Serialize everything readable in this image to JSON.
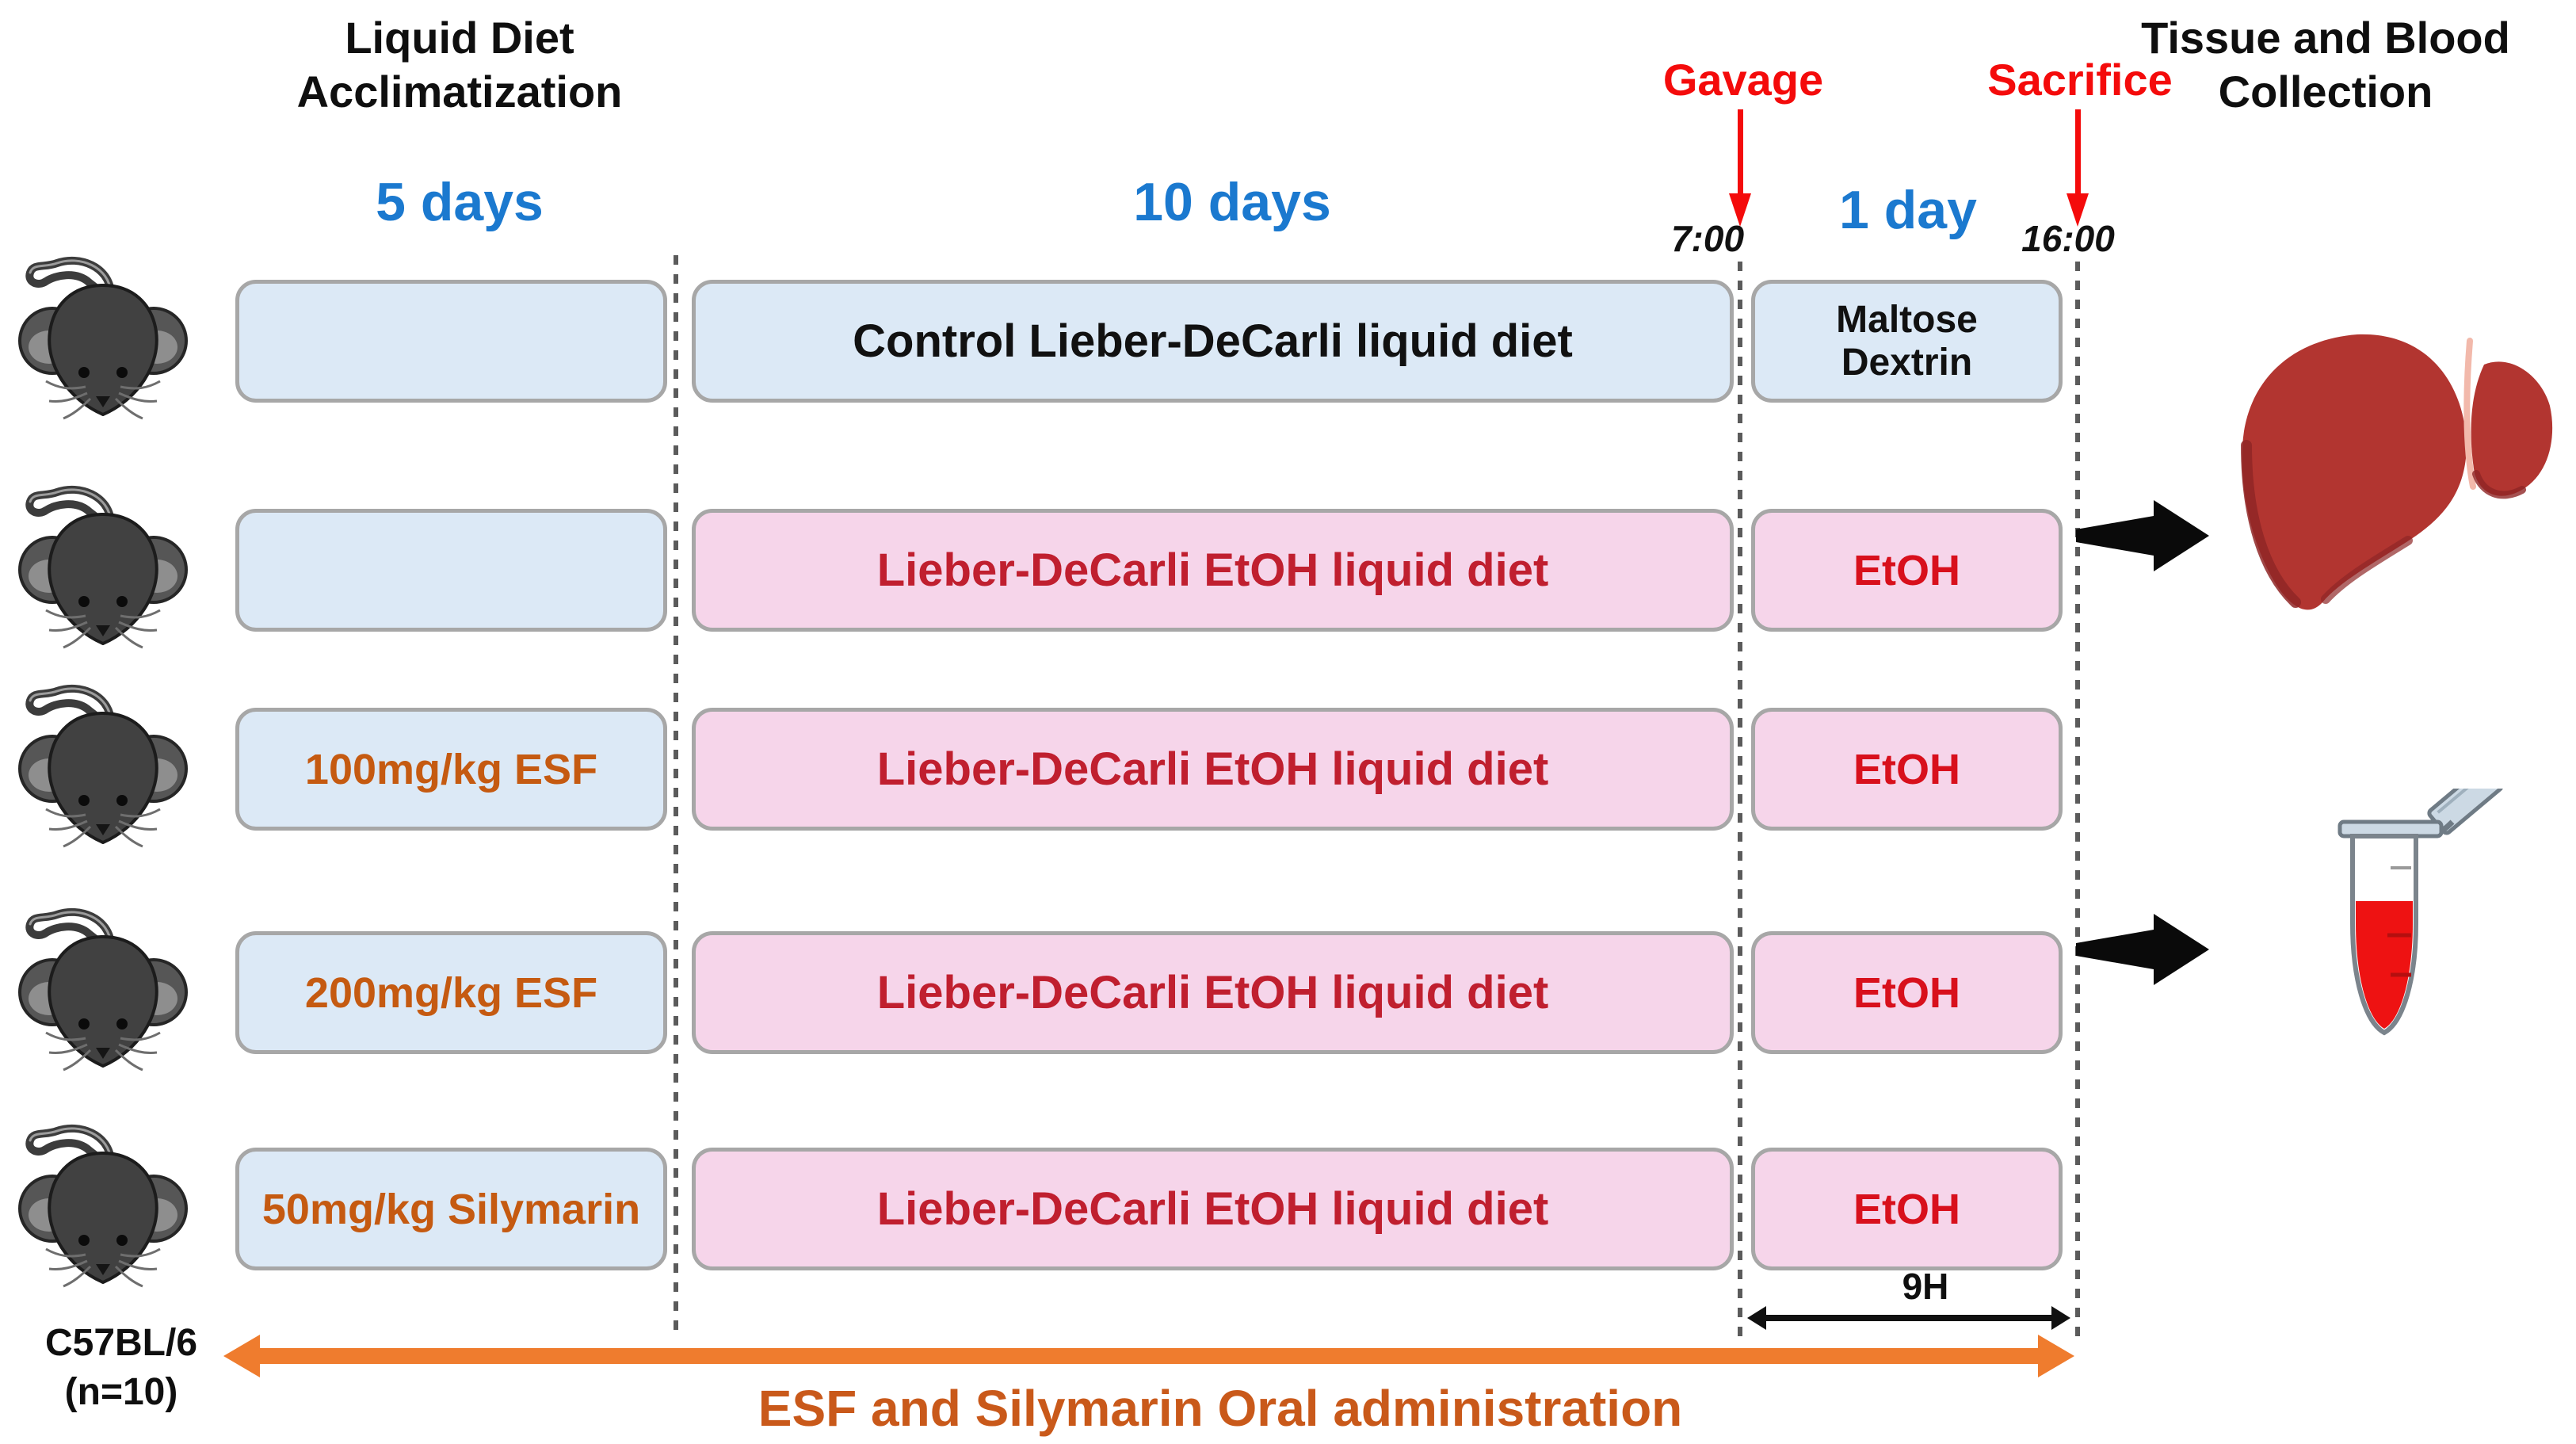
{
  "header": {
    "acclimatization_title": [
      "Liquid Diet",
      "Acclimatization"
    ],
    "collection_title": [
      "Tissue and Blood",
      "Collection"
    ],
    "phase_durations": {
      "acclimatization": "5 days",
      "diet": "10 days",
      "final": "1 day"
    },
    "gavage": {
      "label": "Gavage",
      "time": "7:00"
    },
    "sacrifice": {
      "label": "Sacrifice",
      "time": "16:00"
    }
  },
  "groups": [
    {
      "acclimatization_label": "",
      "diet_label": "Control Lieber-DeCarli liquid diet",
      "final_label": "Maltose Dextrin"
    },
    {
      "acclimatization_label": "",
      "diet_label": "Lieber-DeCarli EtOH liquid diet",
      "final_label": "EtOH"
    },
    {
      "acclimatization_label": "100mg/kg ESF",
      "diet_label": "Lieber-DeCarli EtOH liquid diet",
      "final_label": "EtOH"
    },
    {
      "acclimatization_label": "200mg/kg ESF",
      "diet_label": "Lieber-DeCarli EtOH liquid diet",
      "final_label": "EtOH"
    },
    {
      "acclimatization_label": "50mg/kg Silymarin",
      "diet_label": "Lieber-DeCarli EtOH liquid diet",
      "final_label": "EtOH"
    }
  ],
  "footer": {
    "strain": [
      "C57BL/6",
      "(n=10)"
    ],
    "gavage_window": "9H",
    "oral_admin_label": "ESF and Silymarin Oral administration"
  },
  "icons": {
    "mouse": "mouse-icon",
    "liver": "liver-icon",
    "blood_tube": "blood-tube-icon",
    "red_down_arrow": "red-down-arrow-icon",
    "black_right_arrow": "black-right-arrow-icon",
    "black_double_arrow": "black-double-arrow-icon",
    "orange_double_arrow": "orange-double-arrow-icon"
  },
  "colors": {
    "control_box_fill": "#dce9f6",
    "etoh_box_fill": "#f6d5ea",
    "box_border": "#a7a7a7",
    "duration_blue": "#1b79cf",
    "event_red": "#f40b0b",
    "etoh_text_red": "#d8101c",
    "diet_text_red": "#c01f2f",
    "dose_orange": "#c55a11",
    "admin_arrow_orange": "#ef7c2e",
    "liver_red": "#b23530",
    "blood_red": "#ee1212"
  }
}
